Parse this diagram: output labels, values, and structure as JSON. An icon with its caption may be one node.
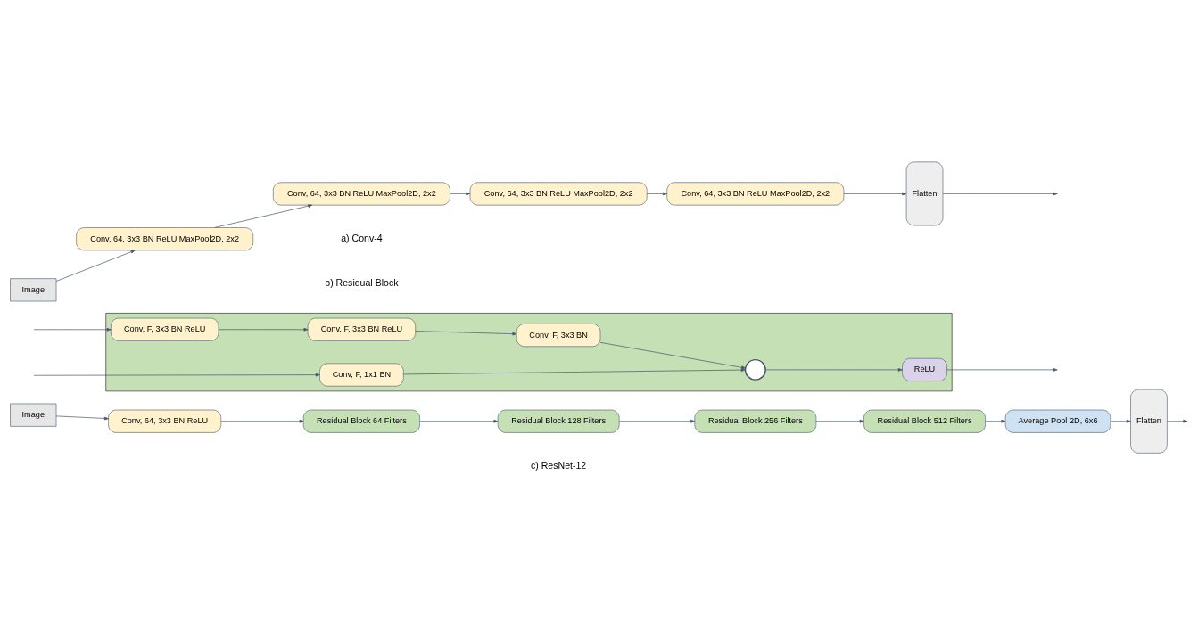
{
  "diagram": {
    "nodes": [
      {
        "text": [
          "Image"
        ]
      },
      {
        "text": [
          "Conv, 64, 3x3 BN ReLU MaxPool2D, 2x2"
        ]
      },
      {
        "text": [
          "Conv, 64, 3x3 BN ReLU MaxPool2D, 2x2"
        ]
      },
      {
        "text": [
          "Conv, 64, 3x3 BN ReLU MaxPool2D, 2x2"
        ]
      },
      {
        "text": [
          "Conv, 64, 3x3 BN ReLU MaxPool2D, 2x2"
        ]
      },
      {
        "text": [
          "Flatten"
        ]
      },
      {
        "text": [],
        "shape": "box"
      },
      {
        "text": [
          "Conv, F, 3x3 BN ReLU"
        ],
        "in": 6
      },
      {
        "text": [
          "Conv, F, 3x3 BN ReLU"
        ],
        "in": 6
      },
      {
        "text": [
          "Conv, F, 3x3 BN"
        ],
        "in": 6
      },
      {
        "text": [],
        "shape": "circle",
        "in": 6
      },
      {
        "text": [
          "ReLU"
        ],
        "in": 6
      },
      {
        "text": [
          "Conv, F, 1x1 BN"
        ],
        "in": 6
      },
      {
        "text": [
          "Image"
        ]
      },
      {
        "text": [
          "Conv, 64, 3x3 BN ReLU"
        ]
      },
      {
        "text": [
          "Residual Block 64 Filters"
        ]
      },
      {
        "text": [
          "Residual Block 128 Filters"
        ]
      },
      {
        "text": [
          "Residual Block 256 Filters"
        ]
      },
      {
        "text": [
          "Residual Block 512 Filters"
        ]
      },
      {
        "text": [
          "Average Pool 2D, 6x6"
        ]
      },
      {
        "text": [
          "Flatten"
        ]
      }
    ],
    "edges": [
      {
        "from": 0,
        "to": 1,
        "arrow": "to"
      },
      {
        "from": 1,
        "to": 2,
        "arrow": "to"
      },
      {
        "from": 2,
        "to": 3,
        "arrow": "to"
      },
      {
        "from": 3,
        "to": 4,
        "arrow": "to"
      },
      {
        "from": 4,
        "to": 5,
        "arrow": "to"
      },
      {
        "from": 5,
        "to": null,
        "arrow": "to"
      },
      {
        "from": null,
        "to": 7,
        "arrow": "to"
      },
      {
        "from": 7,
        "to": 8,
        "arrow": "to"
      },
      {
        "from": 8,
        "to": 9,
        "arrow": "to"
      },
      {
        "from": 9,
        "to": 10,
        "arrow": "to"
      },
      {
        "from": 10,
        "to": 11,
        "arrow": "to"
      },
      {
        "from": 11,
        "to": null,
        "arrow": "to"
      },
      {
        "from": null,
        "to": 12,
        "arrow": "to"
      },
      {
        "from": 12,
        "to": 10,
        "arrow": "to"
      },
      {
        "from": 13,
        "to": 14,
        "arrow": "to"
      },
      {
        "from": 14,
        "to": 15,
        "arrow": "to"
      },
      {
        "from": 15,
        "to": 16,
        "arrow": "to"
      },
      {
        "from": 16,
        "to": 17,
        "arrow": "to"
      },
      {
        "from": 17,
        "to": 18,
        "arrow": "to"
      },
      {
        "from": 18,
        "to": 19,
        "arrow": "to"
      },
      {
        "from": 19,
        "to": 20,
        "arrow": "to"
      },
      {
        "from": 20,
        "to": null,
        "arrow": "to"
      }
    ],
    "labels": [
      "a) Conv-4",
      "b) Residual Block",
      "c) ResNet-12"
    ]
  }
}
